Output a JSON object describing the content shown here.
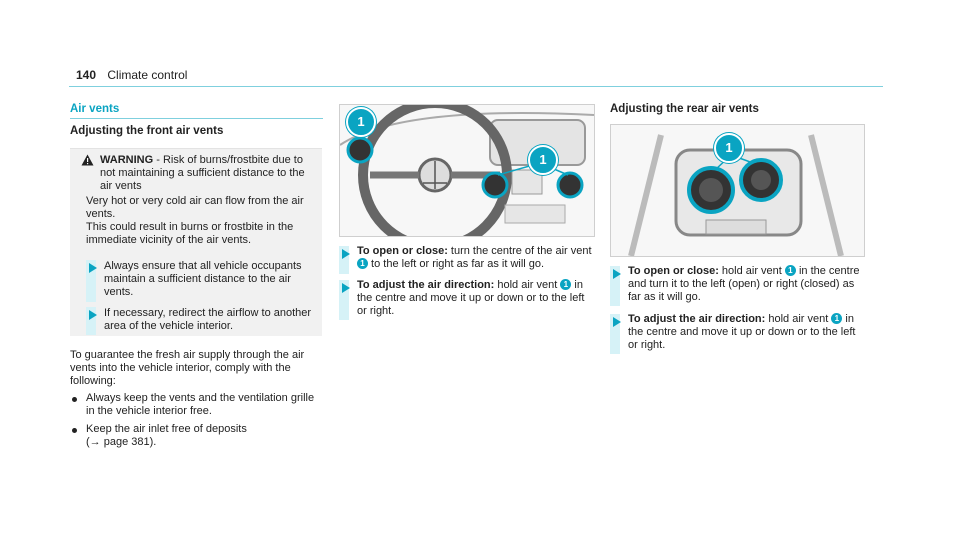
{
  "header": {
    "page_number": "140",
    "chapter": "Climate control"
  },
  "section": {
    "title": "Air vents",
    "subtitle_front": "Adjusting the front air vents",
    "subtitle_rear": "Adjusting the rear air vents"
  },
  "warning": {
    "label": "WARNING",
    "title_rest": " - Risk of burns/frostbite due to not maintaining a sufficient distance to the air vents",
    "body1": "Very hot or very cold air can flow from the air vents.",
    "body2": "This could result in burns or frostbite in the immediate vicinity of the air vents.",
    "step1": "Always ensure that all vehicle occupants maintain a sufficient distance to the air vents.",
    "step2": "If necessary, redirect the airflow to another area of the vehicle interior."
  },
  "intro": {
    "text": "To guarantee the fresh air supply through the air vents into the vehicle interior, comply with the following:",
    "bullet1": "Always keep the vents and the ventilation grille in the vehicle interior free.",
    "bullet2": "Keep the air inlet free of deposits",
    "bullet2_ref": "(→ page 381)."
  },
  "callout_number": "1",
  "front_steps": {
    "open_label": "To open or close:",
    "open_text_a": " turn the centre of the air vent ",
    "open_text_b": " to the left or right as far as it will go.",
    "adjust_label": "To adjust the air direction:",
    "adjust_text_a": " hold air vent ",
    "adjust_text_b": " in the centre and move it up or down or to the left or right."
  },
  "rear_steps": {
    "open_label": "To open or close:",
    "open_text_a": " hold air vent ",
    "open_text_b": " in the centre and turn it to the left (open) or right (closed) as far as it will go.",
    "adjust_label": "To adjust the air direction:",
    "adjust_text_a": " hold air vent ",
    "adjust_text_b": " in the centre and move it up or down or to the left or right."
  },
  "icons": {
    "warning": "warning-triangle-icon",
    "step": "step-arrow-icon"
  },
  "colors": {
    "accent": "#0aa4c2",
    "bullet_bar": "#d6f2f7",
    "warning_bg": "#f1f1f1"
  }
}
